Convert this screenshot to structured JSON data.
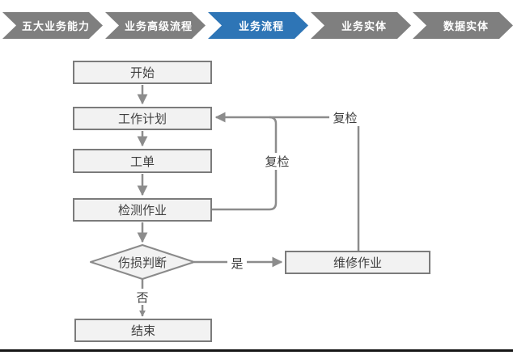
{
  "breadcrumb": {
    "items": [
      {
        "label": "五大业务能力",
        "active": false
      },
      {
        "label": "业务高级流程",
        "active": false
      },
      {
        "label": "业务流程",
        "active": true
      },
      {
        "label": "业务实体",
        "active": false
      },
      {
        "label": "数据实体",
        "active": false
      }
    ],
    "active_color": "#2e75b6",
    "inactive_color": "#7f7f7f"
  },
  "flowchart": {
    "nodes": {
      "start": "开始",
      "work_plan": "工作计划",
      "work_order": "工单",
      "inspection_job": "检测作业",
      "damage_decision": "伤损判断",
      "repair_job": "维修作业",
      "end": "结束"
    },
    "edge_labels": {
      "yes": "是",
      "no": "否",
      "recheck_inner": "复检",
      "recheck_outer": "复检"
    },
    "colors": {
      "node_fill": "#f2f2f2",
      "node_border": "#7b7b7b",
      "connector": "#8c8c8c",
      "text": "#3f3f3f"
    }
  }
}
